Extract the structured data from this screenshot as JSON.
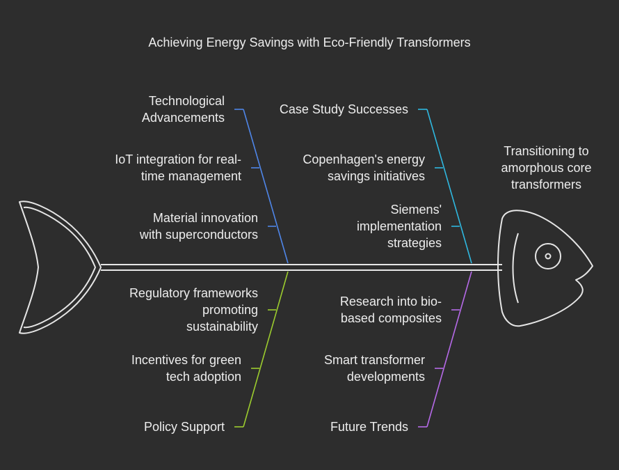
{
  "title": "Achieving Energy Savings with Eco-Friendly Transformers",
  "effect": "Transitioning to\namorphous core\ntransformers",
  "colors": {
    "background": "#2d2d2d",
    "outline": "#e6e6e6",
    "technological": "#4f86e8",
    "case_study": "#2fb8e0",
    "policy": "#9ccc2e",
    "future": "#b66ae8"
  },
  "icons": {
    "tail": "fish-tail-icon",
    "head": "fish-head-icon"
  },
  "categories": {
    "technological": {
      "label": "Technological\nAdvancements",
      "causes": [
        "IoT integration for real-\ntime management",
        "Material innovation\nwith superconductors"
      ]
    },
    "case_study": {
      "label": "Case Study Successes",
      "causes": [
        "Copenhagen's energy\nsavings initiatives",
        "Siemens'\nimplementation\nstrategies"
      ]
    },
    "policy": {
      "label": "Policy Support",
      "causes": [
        "Regulatory frameworks\npromoting\nsustainability",
        "Incentives for green\ntech adoption"
      ]
    },
    "future": {
      "label": "Future Trends",
      "causes": [
        "Research into bio-\nbased composites",
        "Smart transformer\ndevelopments"
      ]
    }
  }
}
